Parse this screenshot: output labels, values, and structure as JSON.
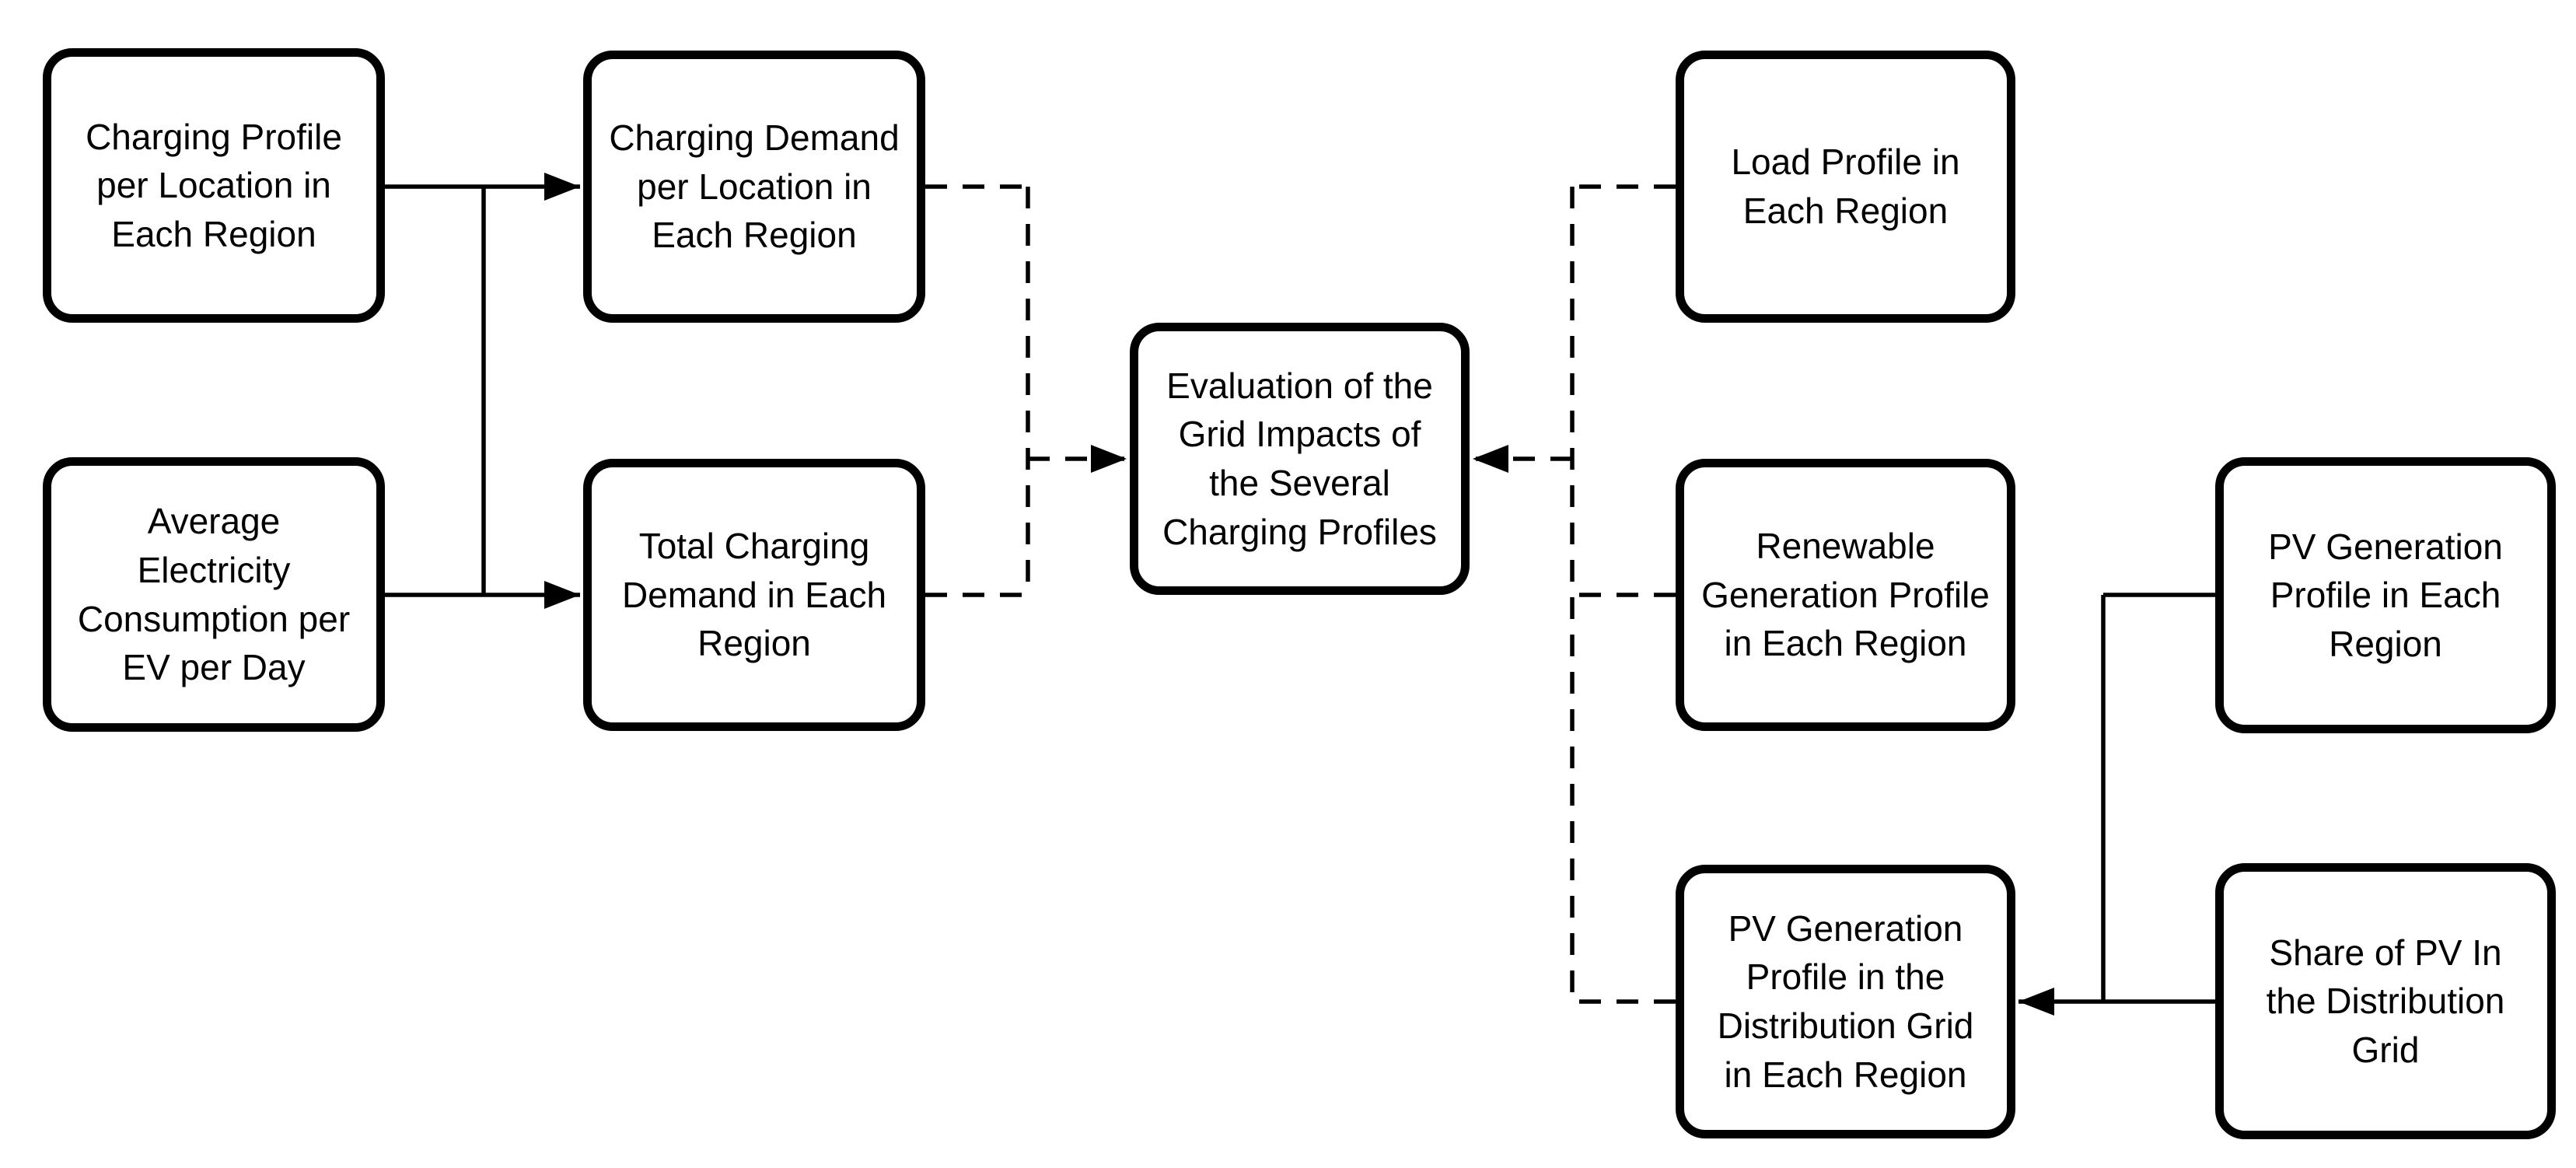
{
  "colors": {
    "background": "#ffffff",
    "line": "#000000",
    "text": "#000000"
  },
  "nodes": {
    "charging_profile": {
      "label": "Charging Profile\nper Location in\nEach Region"
    },
    "avg_ev_consumption": {
      "label": "Average\nElectricity\nConsumption per\nEV per Day"
    },
    "charging_demand_location": {
      "label": "Charging Demand\nper Location in\nEach Region"
    },
    "total_charging_demand": {
      "label": "Total Charging\nDemand in Each\nRegion"
    },
    "evaluation": {
      "label": "Evaluation of the\nGrid Impacts of\nthe Several\nCharging Profiles"
    },
    "load_profile": {
      "label": "Load Profile in\nEach Region"
    },
    "renewable_profile": {
      "label": "Renewable\nGeneration Profile\nin Each Region"
    },
    "pv_distribution_profile": {
      "label": "PV Generation\nProfile in the\nDistribution Grid\nin Each Region"
    },
    "pv_region_profile": {
      "label": "PV Generation\nProfile in Each\nRegion"
    },
    "pv_share": {
      "label": "Share of PV In\nthe Distribution\nGrid"
    }
  },
  "edges": [
    {
      "sources": [
        "charging_profile",
        "avg_ev_consumption"
      ],
      "target": "charging_demand_location",
      "style": "solid",
      "arrow": true
    },
    {
      "sources": [
        "charging_profile",
        "avg_ev_consumption"
      ],
      "target": "total_charging_demand",
      "style": "solid",
      "arrow": true
    },
    {
      "sources": [
        "charging_demand_location",
        "total_charging_demand"
      ],
      "target": "evaluation",
      "style": "dashed",
      "arrow": true
    },
    {
      "sources": [
        "load_profile",
        "renewable_profile",
        "pv_distribution_profile"
      ],
      "target": "evaluation",
      "style": "dashed",
      "arrow": true
    },
    {
      "sources": [
        "pv_region_profile",
        "pv_share"
      ],
      "target": "pv_distribution_profile",
      "style": "solid",
      "arrow": true
    }
  ]
}
